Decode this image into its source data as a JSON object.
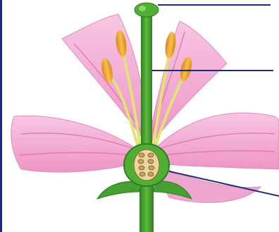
{
  "diagram": {
    "subject": "flower-cross-section",
    "parts": [
      "stigma",
      "style",
      "ovary",
      "ovules",
      "anther",
      "filament",
      "petal",
      "sepal",
      "stem"
    ],
    "label_lines": [
      "stigma-pointer",
      "style-pointer",
      "ovary-pointer"
    ],
    "colors": {
      "petal": "#f2a6cf",
      "petal_vein": "#d86aa6",
      "stem": "#3d9a2a",
      "pistil": "#56b53a",
      "filament": "#e2e27a",
      "anther": "#f0a321",
      "ovule": "#c9a05a",
      "pointer": "#1f2a7a",
      "left_border": "#1f2a7a"
    }
  }
}
